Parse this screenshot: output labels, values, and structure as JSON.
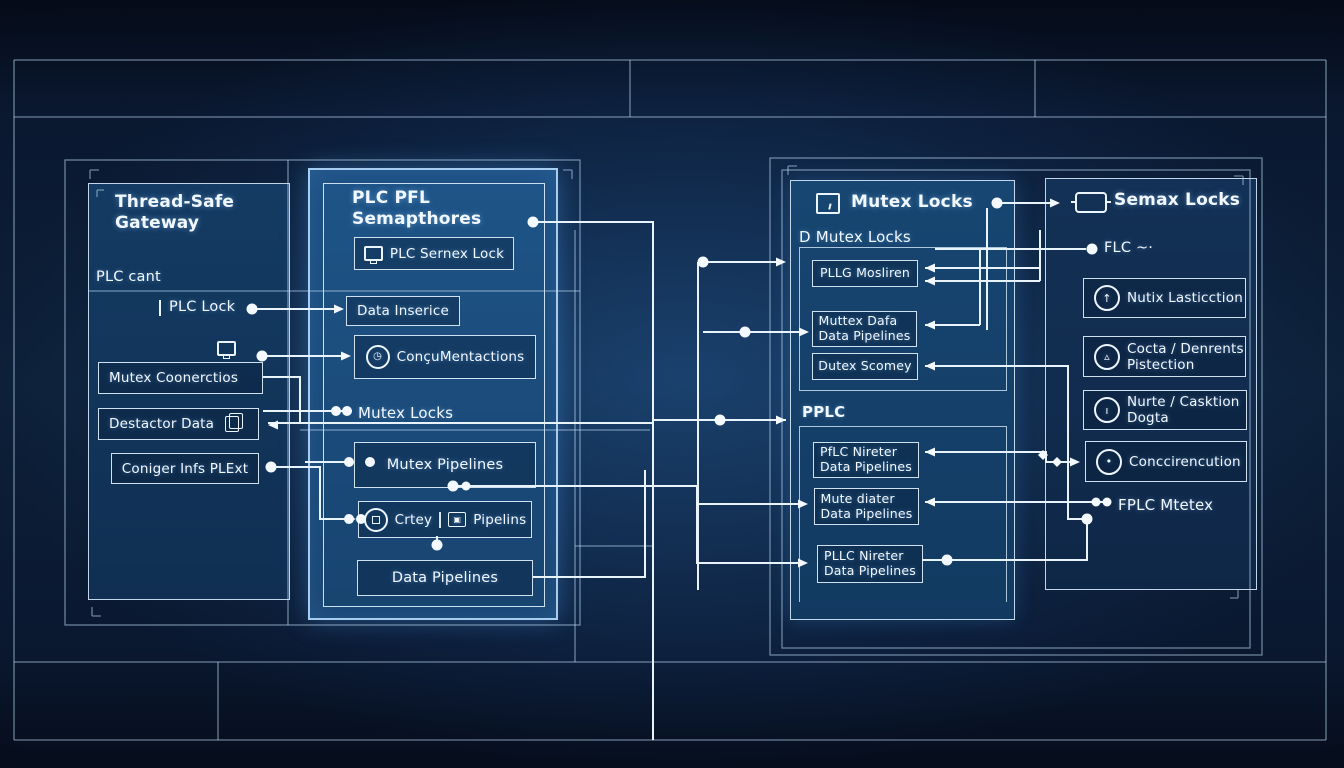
{
  "colors": {
    "background": "#0a1830",
    "panel_bright_blue": "#1b4d81",
    "panel_dark_blue": "#123a61",
    "wire": "#e9f3fc",
    "text": "#f2f8ff"
  },
  "panels": {
    "gateway": {
      "title": "Thread-Safe\nGateway",
      "plc_cant": "PLC cant",
      "plc_lock": "PLC Lock",
      "boxes": [
        "Mutex Coonerctios",
        "Destactor Data",
        "Coniger Infs PLExt"
      ]
    },
    "semaphores": {
      "title": "PLC PFL\nSemapthores",
      "sernex": "PLC Sernex Lock",
      "inserice": "Data Inserice",
      "concu": "ConçuMentactions",
      "mutex_locks": "Mutex Locks",
      "mutex_pipelines": "Mutex Pipelines",
      "crtey_left": "Crtey",
      "crtey_right": "Pipelins",
      "data_pipelines": "Data Pipelines"
    },
    "mutex": {
      "title": "Mutex Locks",
      "subtitle": "D Mutex Locks",
      "box1": "PLLG Mosliren",
      "box2": "Muttex Dafa\nData Pipelines",
      "box3": "Dutex Scomey",
      "pplc": "PPLC",
      "box4": "PfLC Nireter\nData Pipelines",
      "box5": "Mute diater\nData Pipelines",
      "box6": "PLLC Nireter\nData Pipelines"
    },
    "semax": {
      "title": "Semax Locks",
      "flc": "FLC ~·",
      "box1": "Nutix Lasticction",
      "box2": "Cocta / Denrents\nPistection",
      "box3": "Nurte / Casktion\nDogta",
      "box4": "Conccirencution",
      "fplc": "FPLC Mtetex"
    }
  }
}
